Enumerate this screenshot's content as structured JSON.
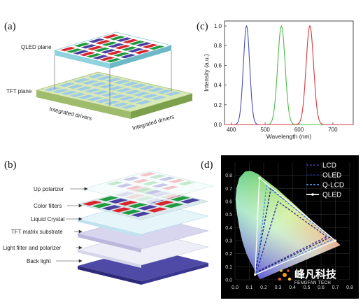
{
  "panels": {
    "a": {
      "letter": "(a)",
      "labels": {
        "qled_plane": "QLED plane",
        "tft_plane": "TFT plane",
        "driver_left": "Integrated drivers",
        "driver_right": "Integrated drivers"
      }
    },
    "b": {
      "letter": "(b)",
      "layers": [
        "Up polarizer",
        "Color filters",
        "Liquid Crystal",
        "TFT matrix substrate",
        "Light filter and polarizer",
        "Back light"
      ]
    },
    "c": {
      "letter": "(c)"
    },
    "d": {
      "letter": "(d)"
    }
  },
  "chart_data": [
    {
      "type": "line",
      "panel": "c",
      "xlabel": "Wavelength (nm)",
      "ylabel": "Intensity (a.u.)",
      "xlim": [
        380,
        760
      ],
      "ylim": [
        0,
        1.05
      ],
      "xticks": [
        "400",
        "500",
        "600",
        "700"
      ],
      "yticks": [
        "0.0",
        "0.2",
        "0.4",
        "0.6",
        "0.8",
        "1.0"
      ],
      "series": [
        {
          "color": "#4a4fb0",
          "peak": 445,
          "fwhm": 22
        },
        {
          "color": "#4cbb4c",
          "peak": 548,
          "fwhm": 26
        },
        {
          "color": "#d9363e",
          "peak": 632,
          "fwhm": 26
        }
      ]
    },
    {
      "type": "scatter",
      "panel": "d",
      "xlim": [
        0,
        0.8
      ],
      "ylim": [
        0,
        0.9
      ],
      "xticks": [
        "0.0",
        "0.1",
        "0.2",
        "0.3",
        "0.4",
        "0.5",
        "0.6",
        "0.7",
        "0.8"
      ],
      "yticks": [
        "0.0",
        "0.1",
        "0.2",
        "0.3",
        "0.4",
        "0.5",
        "0.6",
        "0.7",
        "0.8"
      ],
      "grid": true,
      "legend_placement": "top-right",
      "series": [
        {
          "name": "LCD",
          "color": "#3a2f8f",
          "dash": "dashed",
          "points": [
            [
              0.64,
              0.33
            ],
            [
              0.3,
              0.6
            ],
            [
              0.15,
              0.06
            ]
          ]
        },
        {
          "name": "OLED",
          "color": "#1b1f6e",
          "dash": "dashed",
          "points": [
            [
              0.67,
              0.33
            ],
            [
              0.25,
              0.7
            ],
            [
              0.14,
              0.05
            ]
          ]
        },
        {
          "name": "Q-LCD",
          "color": "#4e8fe0",
          "dash": "dashed",
          "points": [
            [
              0.68,
              0.31
            ],
            [
              0.22,
              0.72
            ],
            [
              0.15,
              0.04
            ]
          ]
        },
        {
          "name": "QLED",
          "color": "#ffffff",
          "dash": "solid",
          "points": [
            [
              0.7,
              0.3
            ],
            [
              0.17,
              0.78
            ],
            [
              0.14,
              0.04
            ]
          ]
        }
      ]
    }
  ],
  "watermark": {
    "cn": "峰凡科技",
    "en": "FENGFAN TECH"
  }
}
